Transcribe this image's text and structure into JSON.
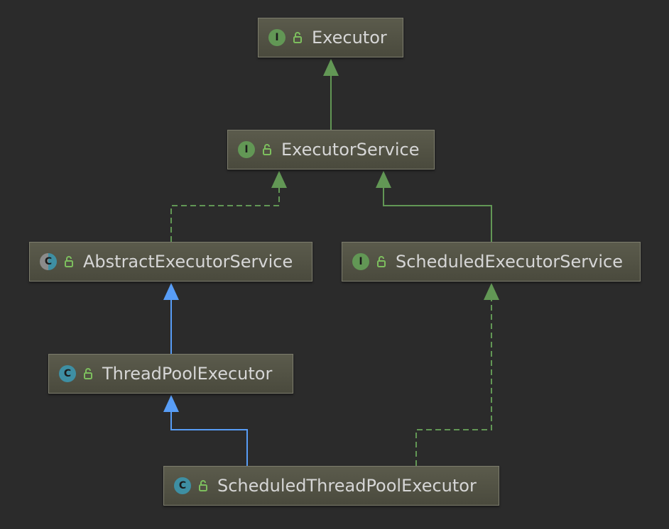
{
  "colors": {
    "background": "#2b2b2b",
    "interface_edge": "#629755",
    "extends_edge": "#589df6",
    "interface_icon": "#629755",
    "class_icon": "#3e8fa3"
  },
  "nodes": [
    {
      "id": "executor",
      "label": "Executor",
      "kind": "interface",
      "icon_letter": "I"
    },
    {
      "id": "executor-service",
      "label": "ExecutorService",
      "kind": "interface",
      "icon_letter": "I"
    },
    {
      "id": "abstract-executor-service",
      "label": "AbstractExecutorService",
      "kind": "abstract-class",
      "icon_letter": "C"
    },
    {
      "id": "scheduled-executor-service",
      "label": "ScheduledExecutorService",
      "kind": "interface",
      "icon_letter": "I"
    },
    {
      "id": "thread-pool-executor",
      "label": "ThreadPoolExecutor",
      "kind": "class",
      "icon_letter": "C"
    },
    {
      "id": "scheduled-thread-pool-executor",
      "label": "ScheduledThreadPoolExecutor",
      "kind": "class",
      "icon_letter": "C"
    }
  ],
  "edges": [
    {
      "from": "executor-service",
      "to": "executor",
      "relation": "extends-interface"
    },
    {
      "from": "abstract-executor-service",
      "to": "executor-service",
      "relation": "implements"
    },
    {
      "from": "scheduled-executor-service",
      "to": "executor-service",
      "relation": "extends-interface"
    },
    {
      "from": "thread-pool-executor",
      "to": "abstract-executor-service",
      "relation": "extends"
    },
    {
      "from": "scheduled-thread-pool-executor",
      "to": "thread-pool-executor",
      "relation": "extends"
    },
    {
      "from": "scheduled-thread-pool-executor",
      "to": "scheduled-executor-service",
      "relation": "implements"
    }
  ],
  "icons": {
    "visibility": "public-lock-icon"
  }
}
